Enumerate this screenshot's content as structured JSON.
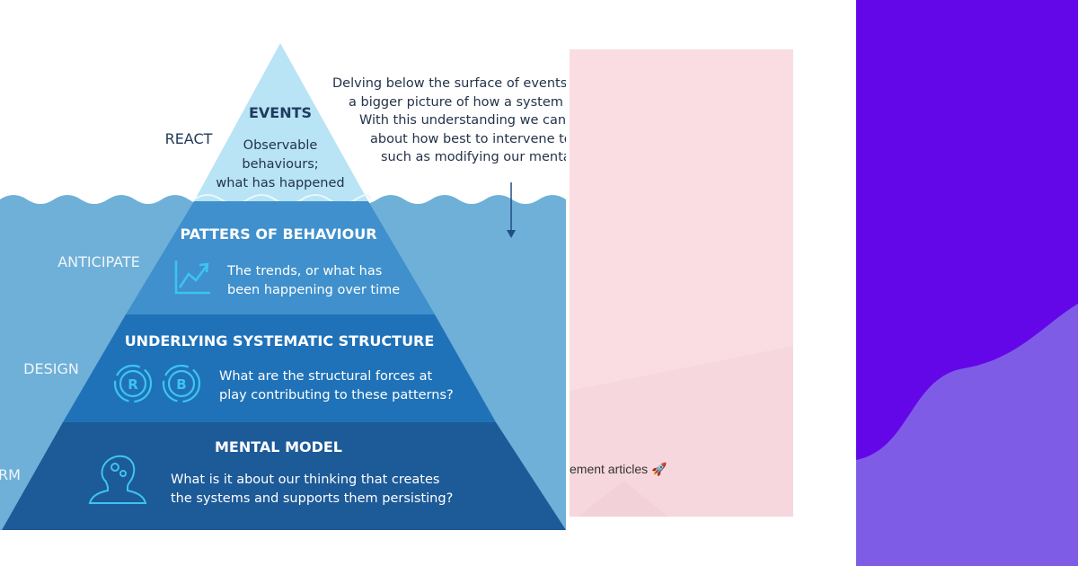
{
  "levels": [
    {
      "side_label": "REACT",
      "title": "EVENTS",
      "description_lines": [
        "Observable",
        "behaviours;",
        "what has happened"
      ],
      "icon": "none"
    },
    {
      "side_label": "ANTICIPATE",
      "title": "PATTERS OF BEHAVIOUR",
      "description_lines": [
        "The trends, or what has",
        "been happening over time"
      ],
      "icon": "trend-chart-icon"
    },
    {
      "side_label": "DESIGN",
      "title": "UNDERLYING SYSTEMATIC STRUCTURE",
      "description_lines": [
        "What are the structural forces at",
        "play contributing to these patterns?"
      ],
      "icon": "reinforcing-balancing-loops-icon",
      "icon_letters": [
        "R",
        "B"
      ]
    },
    {
      "side_label": "RM",
      "title": "MENTAL MODEL",
      "description_lines": [
        "What is it about our thinking that creates",
        "the systems and supports them persisting?"
      ],
      "icon": "head-gears-icon"
    }
  ],
  "intro_lines": [
    "Delving below the surface of events",
    "a bigger picture of how a system a",
    "With this understanding we can r",
    "about how best to intervene to",
    "such as modifying our mental"
  ],
  "articles_text": "ement articles 🚀",
  "colors": {
    "sky": "#ffffff",
    "water": "#6fb0d8",
    "tip": "#b8e4f5",
    "patterns": "#3f90cc",
    "structure": "#1f72b8",
    "mental": "#1d5a98",
    "title_dark": "#1f3c60",
    "pink_card": "#f9dde2",
    "purple_dark": "#6407e8",
    "purple_light": "#7f5ce6"
  }
}
